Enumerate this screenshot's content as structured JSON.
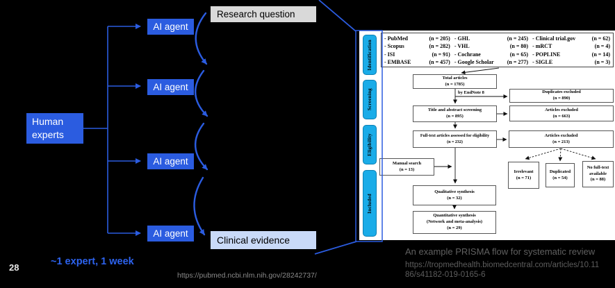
{
  "slide": {
    "page_number": "28",
    "annotation": "~1 expert, 1 week",
    "pubmed_url": "https://pubmed.ncbi.nlm.nih.gov/28242737/",
    "caption_title": "An example PRISMA flow for systematic review",
    "caption_url_line1": "https://tropmedhealth.biomedcentral.com/articles/10.11",
    "caption_url_line2": "86/s41182-019-0165-6"
  },
  "pipeline": {
    "human_experts_label": "Human experts",
    "agents": [
      {
        "label": "AI agent"
      },
      {
        "label": "AI agent"
      },
      {
        "label": "AI agent"
      },
      {
        "label": "AI agent"
      }
    ],
    "research_question_label": "Research question",
    "clinical_evidence_label": "Clinical evidence"
  },
  "prisma": {
    "stages": [
      "Identification",
      "Screening",
      "Eligibility",
      "Included"
    ],
    "databases": {
      "columns": [
        {
          "rows": [
            {
              "name": "- PubMed",
              "val": "(n = 205)"
            },
            {
              "name": "- Scopus",
              "val": "(n = 282)"
            },
            {
              "name": "- ISI",
              "val": "(n = 91)"
            },
            {
              "name": "- EMBASE",
              "val": "(n = 457)"
            }
          ]
        },
        {
          "rows": [
            {
              "name": "- GHL",
              "val": "(n = 245)"
            },
            {
              "name": "- VHL",
              "val": "(n = 80)"
            },
            {
              "name": "- Cochrane",
              "val": "(n = 65)"
            },
            {
              "name": "- Google Scholar",
              "val": "(n = 277)"
            }
          ]
        },
        {
          "rows": [
            {
              "name": "- Clinical trial.gov",
              "val": "(n = 62)"
            },
            {
              "name": "- mRCT",
              "val": "(n = 4)"
            },
            {
              "name": "- POPLINE",
              "val": "(n = 14)"
            },
            {
              "name": "- SIGLE",
              "val": "(n = 3)"
            }
          ]
        }
      ]
    },
    "by_endnote": "by EndNote 8",
    "flow": {
      "total": {
        "line1": "Total articles",
        "line2": "(n = 1785)"
      },
      "duplicates": {
        "line1": "Duplicates excluded",
        "line2": "(n = 890)"
      },
      "screening": {
        "line1": "Title and abstract screening",
        "line2": "(n = 895)"
      },
      "excluded_663": {
        "line1": "Articles excluded",
        "line2": "(n = 663)"
      },
      "fulltext": {
        "line1": "Full-text articles assessed for eligibility",
        "line2": "(n = 232)"
      },
      "excluded_213": {
        "line1": "Articles excluded",
        "line2": "(n = 213)"
      },
      "manual": {
        "line1": "Manual search",
        "line2": "(n = 13)"
      },
      "qualitative": {
        "line1": "Qualitative synthesis",
        "line2": "(n = 32)"
      },
      "quantitative": {
        "line1": "Quantitative synthesis",
        "line2": "(Network and meta-analysis)",
        "line3": "(n = 29)"
      },
      "irrelevant": {
        "line1": "Irrelevant",
        "line2": "(n = 71)"
      },
      "duplicated": {
        "line1": "Duplicated",
        "line2": "(n = 54)"
      },
      "no_fulltext": {
        "line1": "No full-text",
        "line2": "available",
        "line3": "(n = 88)"
      }
    }
  },
  "colors": {
    "background": "#000000",
    "accent_blue": "#2b5ce0",
    "stage_cyan": "#1aace8",
    "research_question_gray": "#d9d9d9",
    "clinical_evidence_blue": "#c9daf8",
    "caption_gray": "#606060"
  }
}
